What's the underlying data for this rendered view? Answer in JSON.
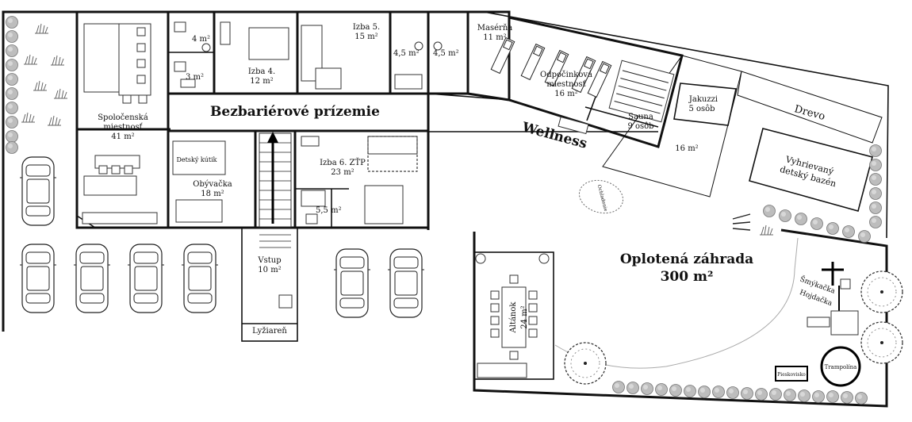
{
  "title": "Bezbariérové prízemie",
  "wellness": "Wellness",
  "garden": {
    "line1": "Oplotená záhrada",
    "line2": "300 m²"
  },
  "rooms": {
    "r4m": "4 m²",
    "r3m": "3 m²",
    "izba4": {
      "name": "Izba 4.",
      "area": "12 m²"
    },
    "izba5": {
      "name": "Izba 5.",
      "area": "15 m²"
    },
    "b45a": "4,5 m²",
    "b45b": "4,5 m²",
    "maserna": {
      "name": "Masérňa",
      "area": "11 m²"
    },
    "odpoc": {
      "l1": "Odpočinková",
      "l2": "miestnosť",
      "area": "16 m²"
    },
    "sauna": {
      "name": "Sauna",
      "area": "9 osôb"
    },
    "jakuzzi": {
      "name": "Jakuzzi",
      "area": "5 osôb"
    },
    "drevo": "Drevo",
    "m16": "16 m²",
    "bazen": {
      "l1": "Vyhrievaný",
      "l2": "detský bazén"
    },
    "spol": {
      "l1": "Spoločenská",
      "l2": "miestnosť",
      "area": "41 m²"
    },
    "kutik": "Detský kútik",
    "obyv": {
      "name": "Obývačka",
      "area": "18 m²"
    },
    "izba6": {
      "name": "Izba 6. ZŤP",
      "area": "23 m²"
    },
    "b55": "5,5 m²",
    "vstup": {
      "name": "Vstup",
      "area": "10 m²"
    },
    "lyziaren": "Lyžiareň",
    "altanok": {
      "name": "Altánok",
      "area": "24 m²"
    },
    "smykacka": "Šmýkačka",
    "hojdacka": "Hojdačka",
    "trampolina": "Trampolína",
    "pieskovisko": "Pieskovisko",
    "chladenie": "Ochladenie"
  }
}
